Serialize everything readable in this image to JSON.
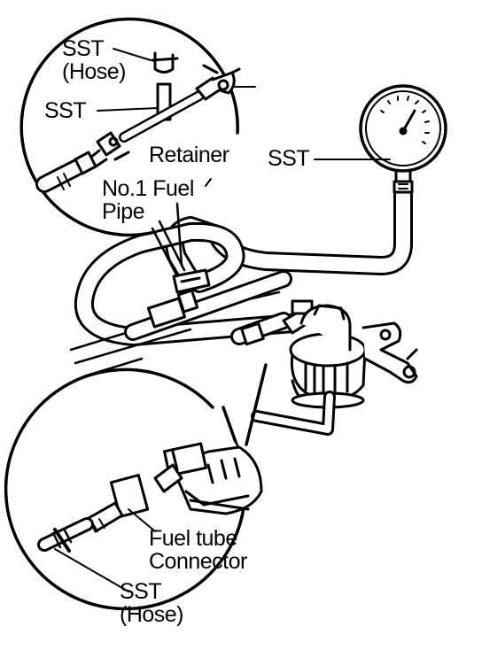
{
  "labels": {
    "sst_hose_top_line1": "SST",
    "sst_hose_top_line2": "(Hose)",
    "sst_tee": "SST",
    "retainer": "Retainer",
    "no1_fuel_pipe_line1": "No.1 Fuel",
    "no1_fuel_pipe_line2": "Pipe",
    "sst_gauge": "SST",
    "fuel_tube_connector_line1": "Fuel tube",
    "fuel_tube_connector_line2": "Connector",
    "sst_hose_bottom_line1": "SST",
    "sst_hose_bottom_line2": "(Hose)"
  },
  "colors": {
    "ink": "#000000",
    "paper": "#ffffff",
    "face": "#ffffff"
  }
}
